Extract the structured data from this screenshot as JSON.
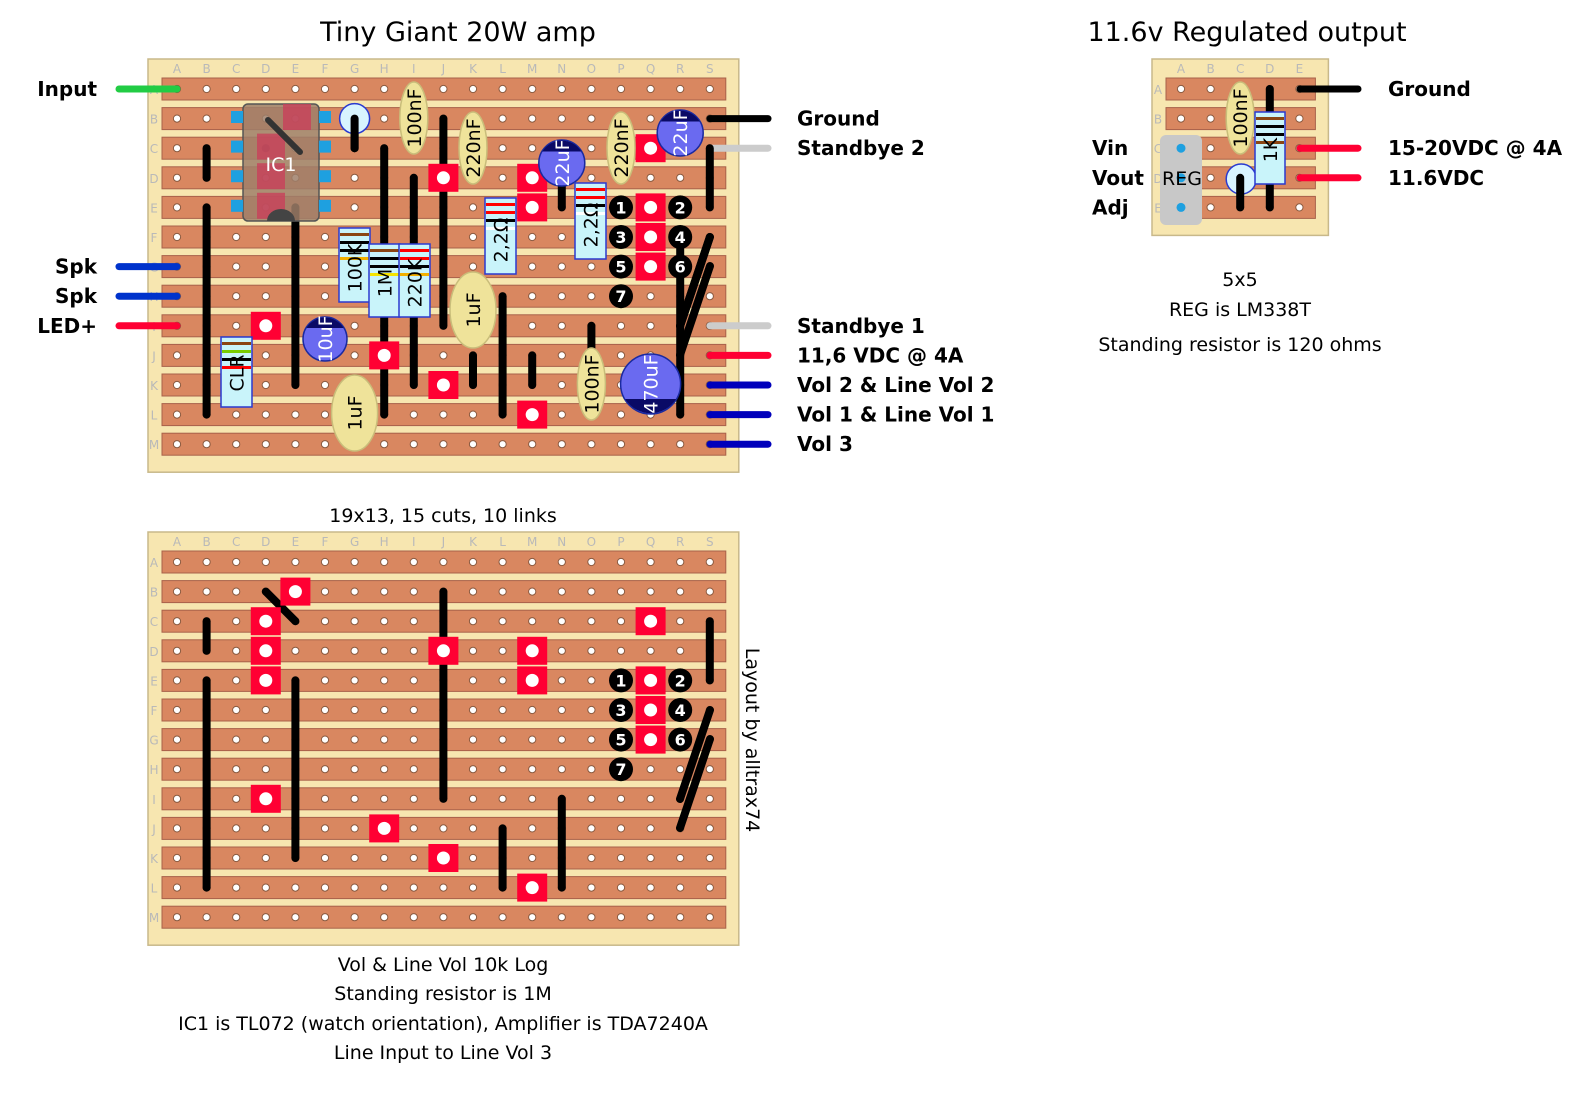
{
  "main_board": {
    "title": "Tiny Giant 20W amp",
    "size_note": "19x13, 15 cuts, 10 links",
    "columns": [
      "A",
      "B",
      "C",
      "D",
      "E",
      "F",
      "G",
      "H",
      "I",
      "J",
      "K",
      "L",
      "M",
      "N",
      "O",
      "P",
      "Q",
      "R",
      "S"
    ],
    "rows": [
      "A",
      "B",
      "C",
      "D",
      "E",
      "F",
      "G",
      "H",
      "I",
      "J",
      "K",
      "L",
      "M"
    ],
    "left_wires": [
      {
        "label": "Input",
        "row": "A",
        "color": "#22cc44"
      },
      {
        "label": "Spk",
        "row": "G",
        "color": "#0033cc"
      },
      {
        "label": "Spk",
        "row": "H",
        "color": "#0033cc"
      },
      {
        "label": "LED+",
        "row": "I",
        "color": "#ff0033"
      }
    ],
    "right_wires": [
      {
        "label": "Ground",
        "row": "B",
        "color": "#000000"
      },
      {
        "label": "Standbye 2",
        "row": "C",
        "color": "#cccccc"
      },
      {
        "label": "Standbye 1",
        "row": "I",
        "color": "#cccccc"
      },
      {
        "label": "11,6 VDC @ 4A",
        "row": "J",
        "color": "#ff0033"
      },
      {
        "label": "Vol 2 & Line Vol 2",
        "row": "K",
        "color": "#0000bb"
      },
      {
        "label": "Vol 1 & Line Vol 1",
        "row": "L",
        "color": "#0000bb"
      },
      {
        "label": "Vol 3",
        "row": "M",
        "color": "#0000bb"
      }
    ],
    "components": {
      "ic1": "IC1",
      "caps_film": [
        "100nF",
        "220nF",
        "220nF",
        "1uF",
        "1uF",
        "100nF"
      ],
      "caps_elec": [
        "22uF",
        "22uF",
        "10uF",
        "470uF"
      ],
      "resistors": [
        "100K",
        "1M",
        "220K",
        "2,2Ω",
        "2,2Ω",
        "CLR"
      ],
      "amp_pins": [
        "1",
        "2",
        "3",
        "4",
        "5",
        "6",
        "7"
      ]
    },
    "notes": [
      "Vol & Line Vol 10k Log",
      "Standing resistor is 1M",
      "IC1 is TL072 (watch orientation), Amplifier is TDA7240A",
      "Line Input to Line Vol 3"
    ],
    "credit": "Layout by alltrax74"
  },
  "reg_board": {
    "title": "11.6v Regulated output",
    "columns": [
      "A",
      "B",
      "C",
      "D",
      "E"
    ],
    "rows": [
      "A",
      "B",
      "C",
      "D",
      "E"
    ],
    "left_labels": [
      "Vin",
      "Vout",
      "Adj"
    ],
    "right_wires": [
      {
        "label": "Ground",
        "row": "A",
        "color": "#000000"
      },
      {
        "label": "15-20VDC @ 4A",
        "row": "C",
        "color": "#ff0033"
      },
      {
        "label": "11.6VDC",
        "row": "D",
        "color": "#ff0033"
      }
    ],
    "components": {
      "reg": "REG",
      "cap": "100nF",
      "res": "1K"
    },
    "notes": [
      "5x5",
      "REG is LM338T",
      "Standing resistor is 120 ohms"
    ]
  },
  "colors": {
    "board": "#f7e6b0",
    "strip": "#d98760",
    "cut": "#ff0033",
    "link": "#000000",
    "film_cap": "#efe39a",
    "elec_cap": "#6a6af0",
    "resistor": "#c9f4fa"
  }
}
